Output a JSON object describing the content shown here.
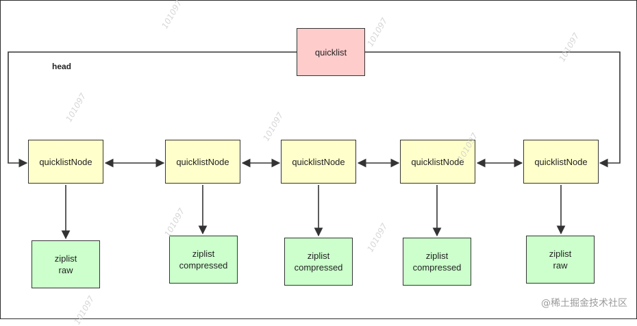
{
  "diagram": {
    "root": {
      "label": "quicklist",
      "fill": "#ffcccc"
    },
    "head_label": "head",
    "nodes": [
      {
        "label": "quicklistNode",
        "ziplist_title": "ziplist",
        "ziplist_sub": "raw"
      },
      {
        "label": "quicklistNode",
        "ziplist_title": "ziplist",
        "ziplist_sub": "compressed"
      },
      {
        "label": "quicklistNode",
        "ziplist_title": "ziplist",
        "ziplist_sub": "compressed"
      },
      {
        "label": "quicklistNode",
        "ziplist_title": "ziplist",
        "ziplist_sub": "compressed"
      },
      {
        "label": "quicklistNode",
        "ziplist_title": "ziplist",
        "ziplist_sub": "raw"
      }
    ],
    "node_fill": "#ffffcc",
    "ziplist_fill": "#ccffcc"
  },
  "watermark": "101097",
  "footer": "@稀土掘金技术社区"
}
